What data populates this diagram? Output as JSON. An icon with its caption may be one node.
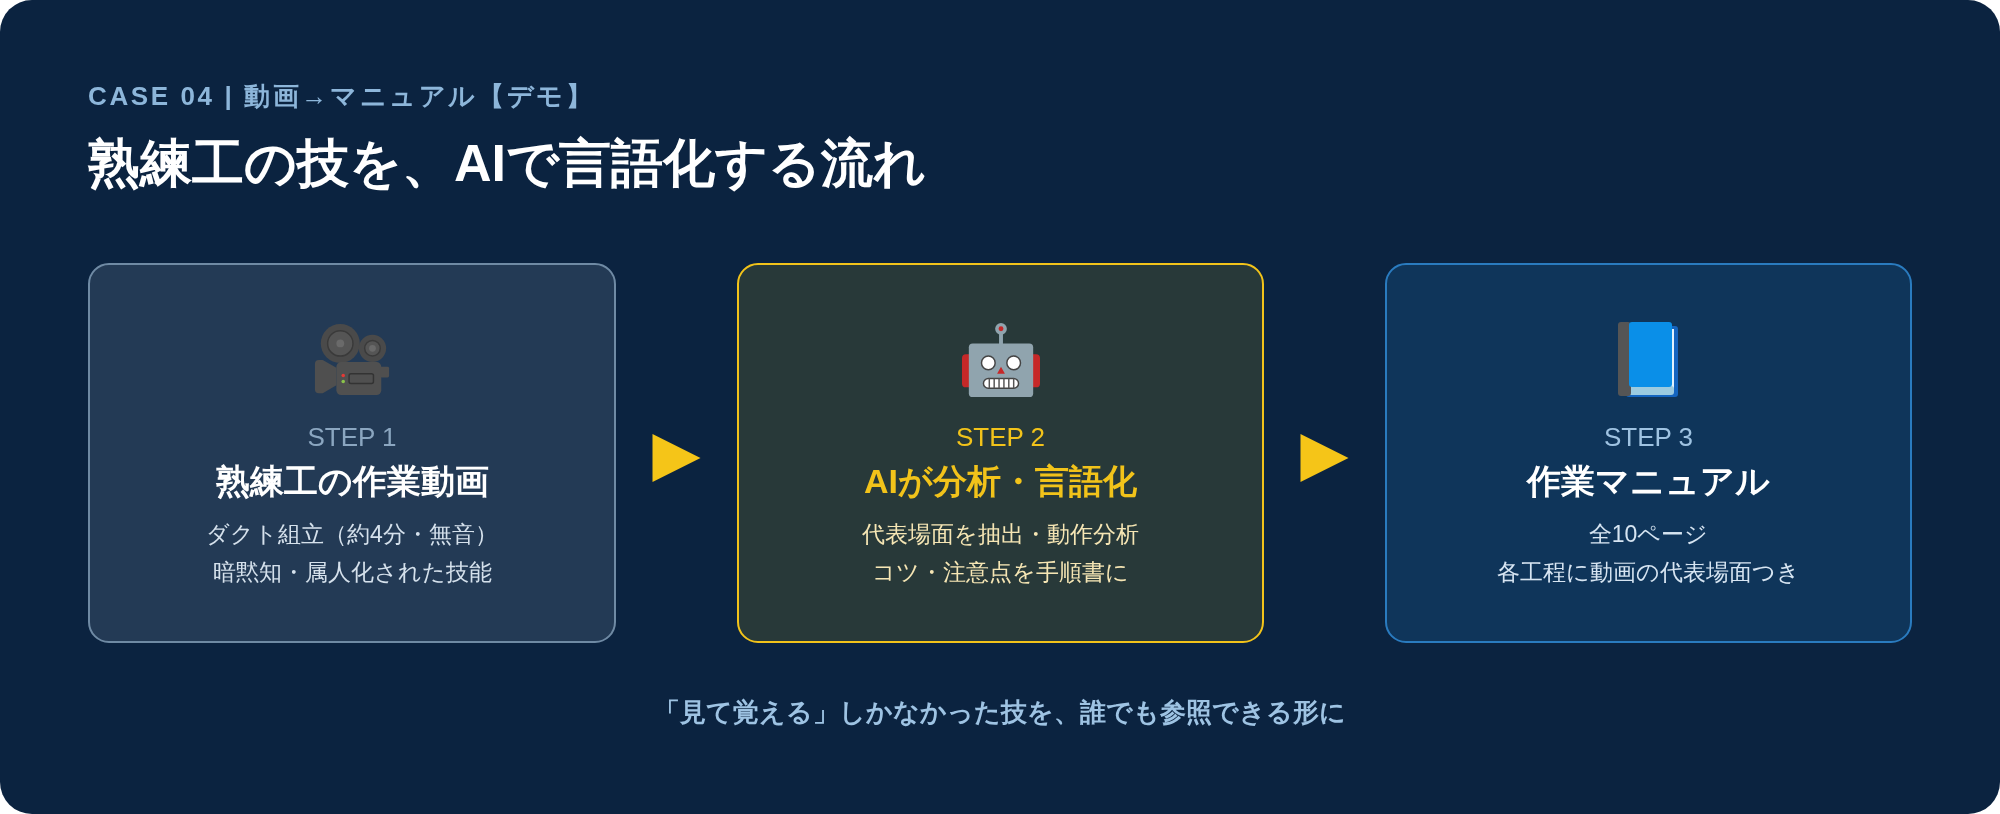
{
  "diagram": {
    "title": "熟練工の技を、AIで言語化する流れ",
    "caption": "「見て覚える」しかなかった技を、誰でも参照できる形に",
    "nodes": [
      {
        "text": [
          "STEP 1",
          "熟練工の作業動画",
          "ダクト組立（約4分・無音）",
          "暗黙知・属人化された技能"
        ]
      },
      {
        "text": [
          "STEP 2",
          "AIが分析・言語化",
          "代表場面を抽出・動作分析",
          "コツ・注意点を手順書に"
        ]
      },
      {
        "text": [
          "STEP 3",
          "作業マニュアル",
          "全10ページ",
          "各工程に動画の代表場面つき"
        ]
      }
    ],
    "edges": [
      {
        "from": 0,
        "to": 1,
        "arrow": "to"
      },
      {
        "from": 1,
        "to": 2,
        "arrow": "to"
      }
    ],
    "labels": [
      "CASE 04 | 動画→マニュアル【デモ】"
    ]
  }
}
